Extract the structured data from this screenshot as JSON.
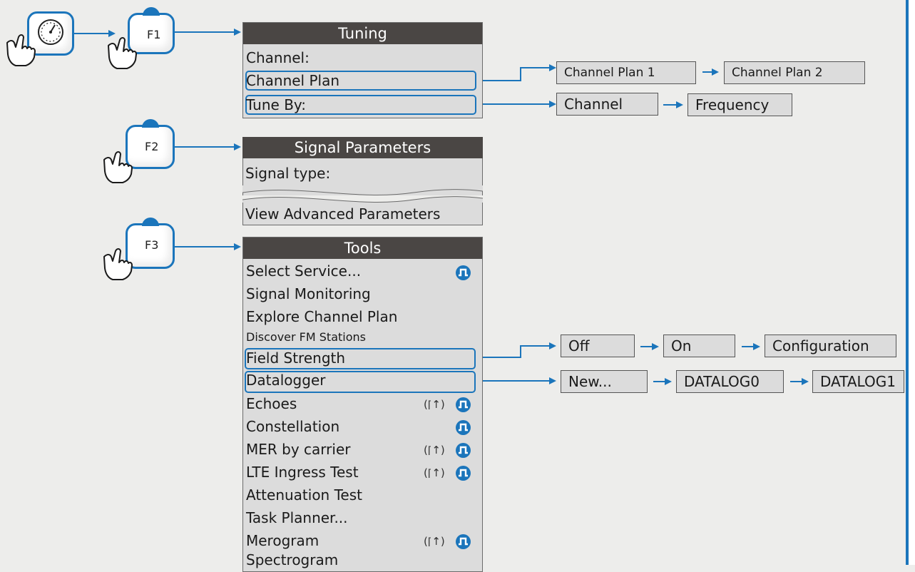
{
  "buttons": {
    "f1": "F1",
    "f2": "F2",
    "f3": "F3"
  },
  "menus": {
    "tuning": {
      "title": "Tuning",
      "items": [
        "Channel:",
        "Channel Plan",
        "Tune By:"
      ]
    },
    "signal": {
      "title": "Signal Parameters",
      "items": [
        "Signal type:",
        "View Advanced Parameters"
      ]
    },
    "tools": {
      "title": "Tools",
      "items": [
        "Select Service...",
        "Signal Monitoring",
        "Explore Channel Plan",
        "Discover FM Stations",
        "Field Strength",
        "Datalogger",
        "Echoes",
        "Constellation",
        "MER by carrier",
        "LTE Ingress Test",
        "Attenuation Test",
        "Task Planner...",
        "Merogram",
        "Spectrogram"
      ]
    }
  },
  "options": {
    "channel_plan": [
      "Channel Plan 1",
      "Channel Plan 2"
    ],
    "tune_by": [
      "Channel",
      "Frequency"
    ],
    "field_strength": [
      "Off",
      "On",
      "Configuration"
    ],
    "datalogger": [
      "New...",
      "DATALOG0",
      "DATALOG1"
    ]
  },
  "colors": {
    "accent": "#1b75bb",
    "menu_header": "#4a4644",
    "menu_body": "#dcdcdc",
    "background": "#ededeb"
  }
}
